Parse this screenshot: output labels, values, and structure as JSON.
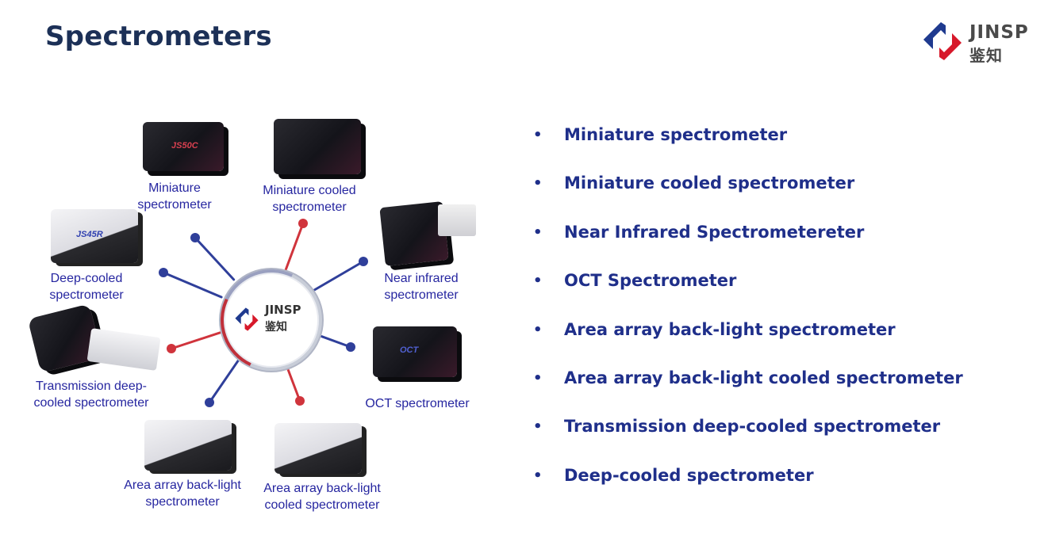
{
  "slide": {
    "title": "Spectrometers"
  },
  "logo": {
    "brand": "JINSP",
    "brand_cn": "鉴知",
    "colors": {
      "blue": "#1f3a8f",
      "red": "#d7182a",
      "text": "#4a4a4a"
    }
  },
  "diagram": {
    "hub": {
      "brand": "JINSP",
      "brand_cn": "鉴知"
    },
    "products": [
      {
        "caption_line1": "Miniature",
        "caption_line2": "spectrometer",
        "model": "JS50C",
        "style": "dark"
      },
      {
        "caption_line1": "Miniature cooled",
        "caption_line2": "spectrometer",
        "model": "",
        "style": "dark"
      },
      {
        "caption_line1": "Near infrared",
        "caption_line2": "spectrometer",
        "model": "",
        "style": "dark"
      },
      {
        "caption_line1": "OCT spectrometer",
        "caption_line2": "",
        "model": "OCT",
        "style": "dark"
      },
      {
        "caption_line1": "Area array back-light",
        "caption_line2": "cooled spectrometer",
        "model": "",
        "style": "light"
      },
      {
        "caption_line1": "Area array back-light",
        "caption_line2": "spectrometer",
        "model": "",
        "style": "light"
      },
      {
        "caption_line1": "Transmission deep-",
        "caption_line2": "cooled spectrometer",
        "model": "",
        "style": "dark"
      },
      {
        "caption_line1": "Deep-cooled",
        "caption_line2": "spectrometer",
        "model": "JS45R",
        "style": "light"
      }
    ],
    "spoke_colors": [
      "blue",
      "red",
      "blue",
      "blue",
      "red",
      "blue",
      "red",
      "blue"
    ],
    "colors": {
      "blue": "#2f3f9a",
      "red": "#d0343c",
      "caption": "#2626a0"
    }
  },
  "bullets": {
    "items": [
      "Miniature spectrometer",
      "Miniature cooled spectrometer",
      "Near Infrared Spectrometereter",
      "OCT Spectrometer",
      "Area array back-light spectrometer",
      "Area array back-light cooled spectrometer",
      "Transmission deep-cooled spectrometer",
      "Deep-cooled spectrometer"
    ],
    "bullet_glyph": "•",
    "color": "#1f2f8a"
  }
}
